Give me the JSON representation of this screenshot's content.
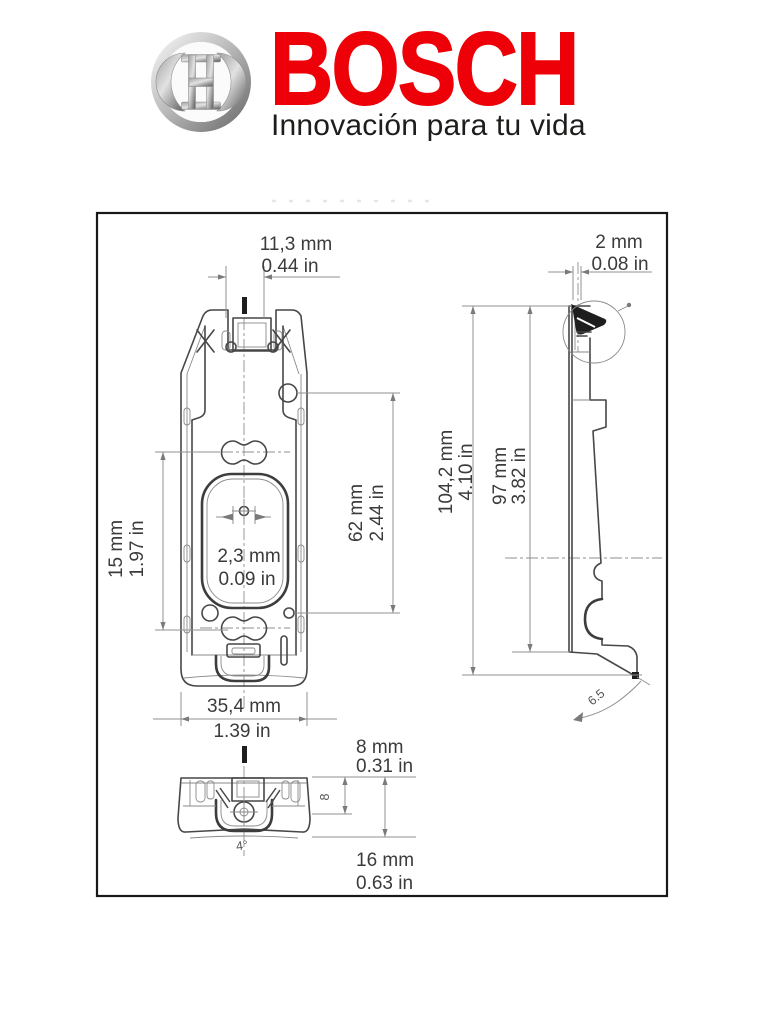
{
  "header": {
    "brand": "BOSCH",
    "tagline": "Innovación para tu vida",
    "colors": {
      "bosch_red": "#ed0007",
      "tagline_dark": "#1d1d1b"
    }
  },
  "drawing": {
    "front": {
      "w_top": {
        "mm": "11,3 mm",
        "in": "0.44 in"
      },
      "h_slots": {
        "mm": "15 mm",
        "in": "1.97 in"
      },
      "w_slot": {
        "mm": "2,3 mm",
        "in": "0.09 in"
      },
      "h_holes": {
        "mm": "62 mm",
        "in": "2.44 in"
      },
      "w_body": {
        "mm": "35,4 mm",
        "in": "1.39 in"
      }
    },
    "side": {
      "hook": {
        "mm": "2 mm",
        "in": "0.08 in"
      },
      "h_total": {
        "mm": "104,2 mm",
        "in": "4.10 in"
      },
      "h_body": {
        "mm": "97 mm",
        "in": "3.82 in"
      },
      "angle": "6.5"
    },
    "bottom": {
      "d_top": {
        "mm": "8 mm",
        "in": "0.31 in"
      },
      "d_total": {
        "mm": "16 mm",
        "in": "0.63 in"
      },
      "d_rotated": "8",
      "angle": "4°"
    }
  }
}
